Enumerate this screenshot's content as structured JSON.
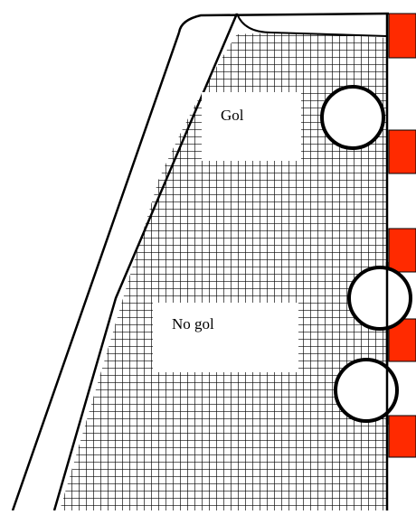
{
  "labels": {
    "gol": "Gol",
    "no_gol": "No gol"
  },
  "colors": {
    "net_lines": "#000000",
    "post_stripe": "#ff2a00",
    "background": "#ffffff",
    "outline": "#000000"
  },
  "post_stripes": 5,
  "balls": 3
}
